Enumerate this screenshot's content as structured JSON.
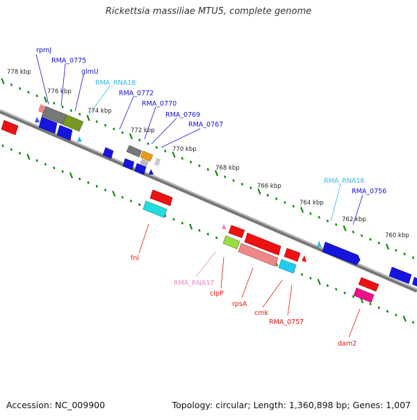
{
  "title": "Rickettsia massiliae MTU5, complete genome",
  "footer": {
    "accession": "Accession: NC_009900",
    "summary": "Topology: circular; Length: 1,360,898 bp; Genes: 1,007"
  },
  "ticks": [
    "778 kbp",
    "776 kbp",
    "774 kbp",
    "772 kbp",
    "770 kbp",
    "768 kbp",
    "766 kbp",
    "764 kbp",
    "762 kbp",
    "760 kbp"
  ],
  "labels": {
    "top": [
      "rpmJ",
      "RMA_0775",
      "glmU",
      "RMA_RNA18",
      "RMA_0772",
      "RMA_0770",
      "RMA_0769",
      "RMA_0767",
      "RMA_RNA16",
      "RMA_0756"
    ],
    "bottom": [
      "fni",
      "RMA_RNA17",
      "clpP",
      "rpsA",
      "cmk",
      "RMA_0757",
      "dam2"
    ]
  },
  "colors": {
    "cds_forward": "#1010dd",
    "cds_reverse": "#ee1111",
    "rna_forward": "#33bbee",
    "rna_reverse": "#ee88cc",
    "backbone": "#888888",
    "tick": "#118811"
  }
}
